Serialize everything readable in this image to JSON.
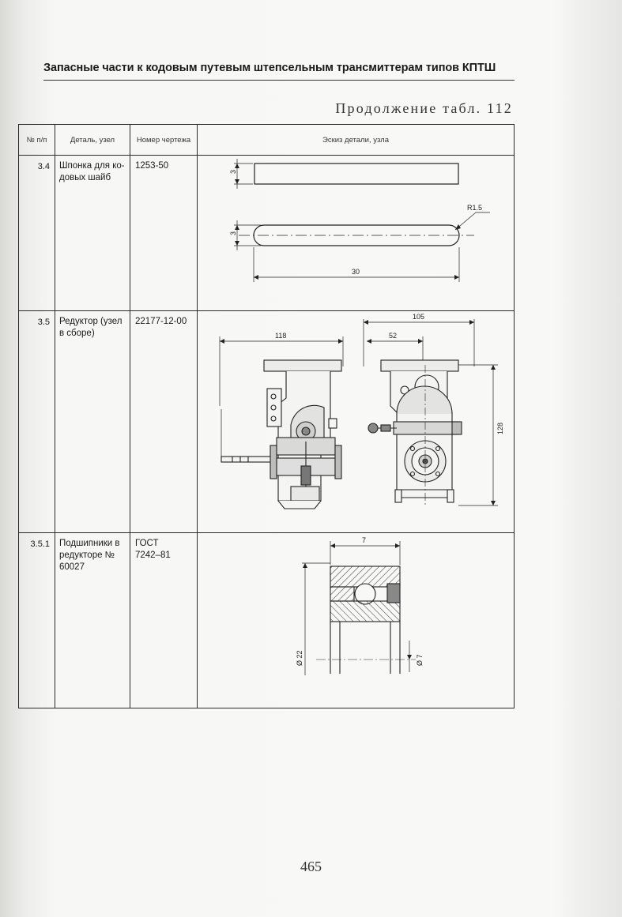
{
  "header": {
    "running_head": "Запасные части к кодовым путевым штепсельным трансмиттерам типов КПТШ",
    "continuation": "Продолжение табл. 112"
  },
  "table": {
    "columns": [
      "№ п/п",
      "Деталь, узел",
      "Номер чертежа",
      "Эскиз детали, узла"
    ],
    "rows": [
      {
        "num": "3.4",
        "name": "Шпонка для ко-\nдовых шайб",
        "drawing": "1253-50",
        "sketch": {
          "dim_thickness_top": "3",
          "dim_thickness_bottom": "3",
          "radius": "R1.5",
          "length": "30"
        }
      },
      {
        "num": "3.5",
        "name": "Редуктор (узел\nв сборе)",
        "drawing": "22177-12-00",
        "sketch": {
          "width_left": "118",
          "width_total": "105",
          "width_inner": "52",
          "height": "128"
        }
      },
      {
        "num": "3.5.1",
        "name": "Подшипники в\nредукторе №\n60027",
        "drawing": "ГОСТ\n7242–81",
        "sketch": {
          "width": "7",
          "outer_diameter": "Ø 22",
          "inner_diameter": "Ø 7"
        }
      }
    ]
  },
  "footer": {
    "page_number": "465"
  }
}
